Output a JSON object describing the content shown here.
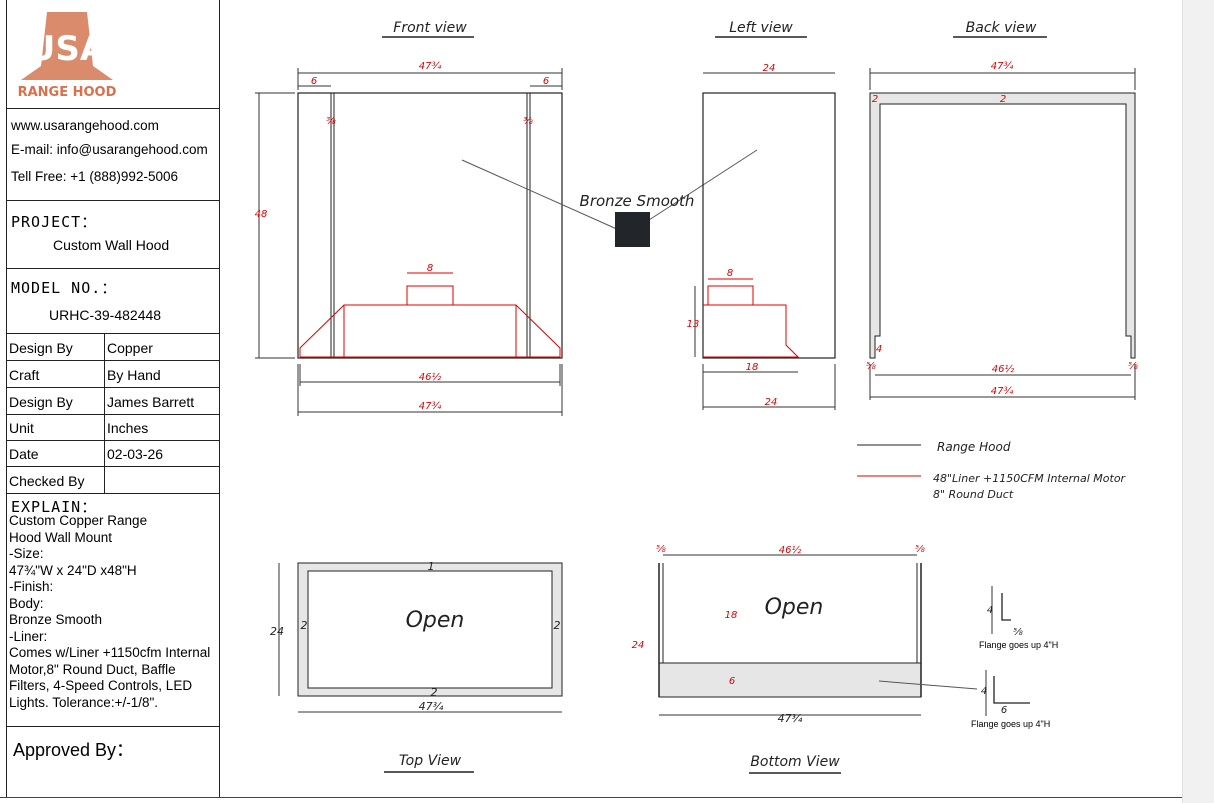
{
  "brand": {
    "logo_text": "USA",
    "logo_sub": "RANGE HOOD"
  },
  "contact": {
    "website": "www.usarangehood.com",
    "email": "E-mail: info@usarangehood.com",
    "phone": "Tell Free: +1 (888)992-5006"
  },
  "project": {
    "title": "PROJECT：",
    "value": "Custom Wall Hood"
  },
  "model": {
    "title": "MODEL NO.：",
    "value": "URHC-39-482448"
  },
  "specs": [
    {
      "label": "Design By",
      "value": "Copper"
    },
    {
      "label": "Craft",
      "value": "By Hand"
    },
    {
      "label": "Design By",
      "value": "James Barrett"
    },
    {
      "label": "Unit",
      "value": "Inches"
    },
    {
      "label": "Date",
      "value": "02-03-26"
    },
    {
      "label": "Checked By",
      "value": ""
    }
  ],
  "explain": {
    "title": "EXPLAIN：",
    "lines": [
      "Custom Copper Range",
      "Hood Wall Mount",
      "-Size:",
      "47¾\"W x 24\"D x48\"H",
      "-Finish:",
      "Body:",
      "Bronze Smooth",
      "-Liner:",
      "Comes w/Liner +1150cfm Internal",
      "Motor,8\" Round Duct, Baffle",
      "Filters, 4-Speed Controls, LED",
      "Lights. Tolerance:+/-1/8\"."
    ]
  },
  "approved": "Approved By：",
  "views": {
    "front": "Front view",
    "left": "Left view",
    "back": "Back view",
    "top": "Top View",
    "bottom": "Bottom View"
  },
  "finish_label": "Bronze Smooth",
  "finish_color": "#22262b",
  "colors": {
    "hood_line": "#222222",
    "liner_line": "#e00000"
  },
  "legend": {
    "hood": "Range Hood",
    "liner_1": "48\"Liner +1150CFM Internal Motor",
    "liner_2": "8\" Round Duct"
  },
  "open_label": "Open",
  "flange_label": "Flange goes up 4\"H",
  "dims": {
    "w_total": "47¾",
    "w_inner": "46½",
    "six": "6",
    "eight": "8",
    "h48": "48",
    "three_eighths": "⅜",
    "five_eighths": "⅝",
    "d24": "24",
    "d18": "18",
    "h13": "13",
    "two": "2",
    "four": "4",
    "one": "1"
  }
}
